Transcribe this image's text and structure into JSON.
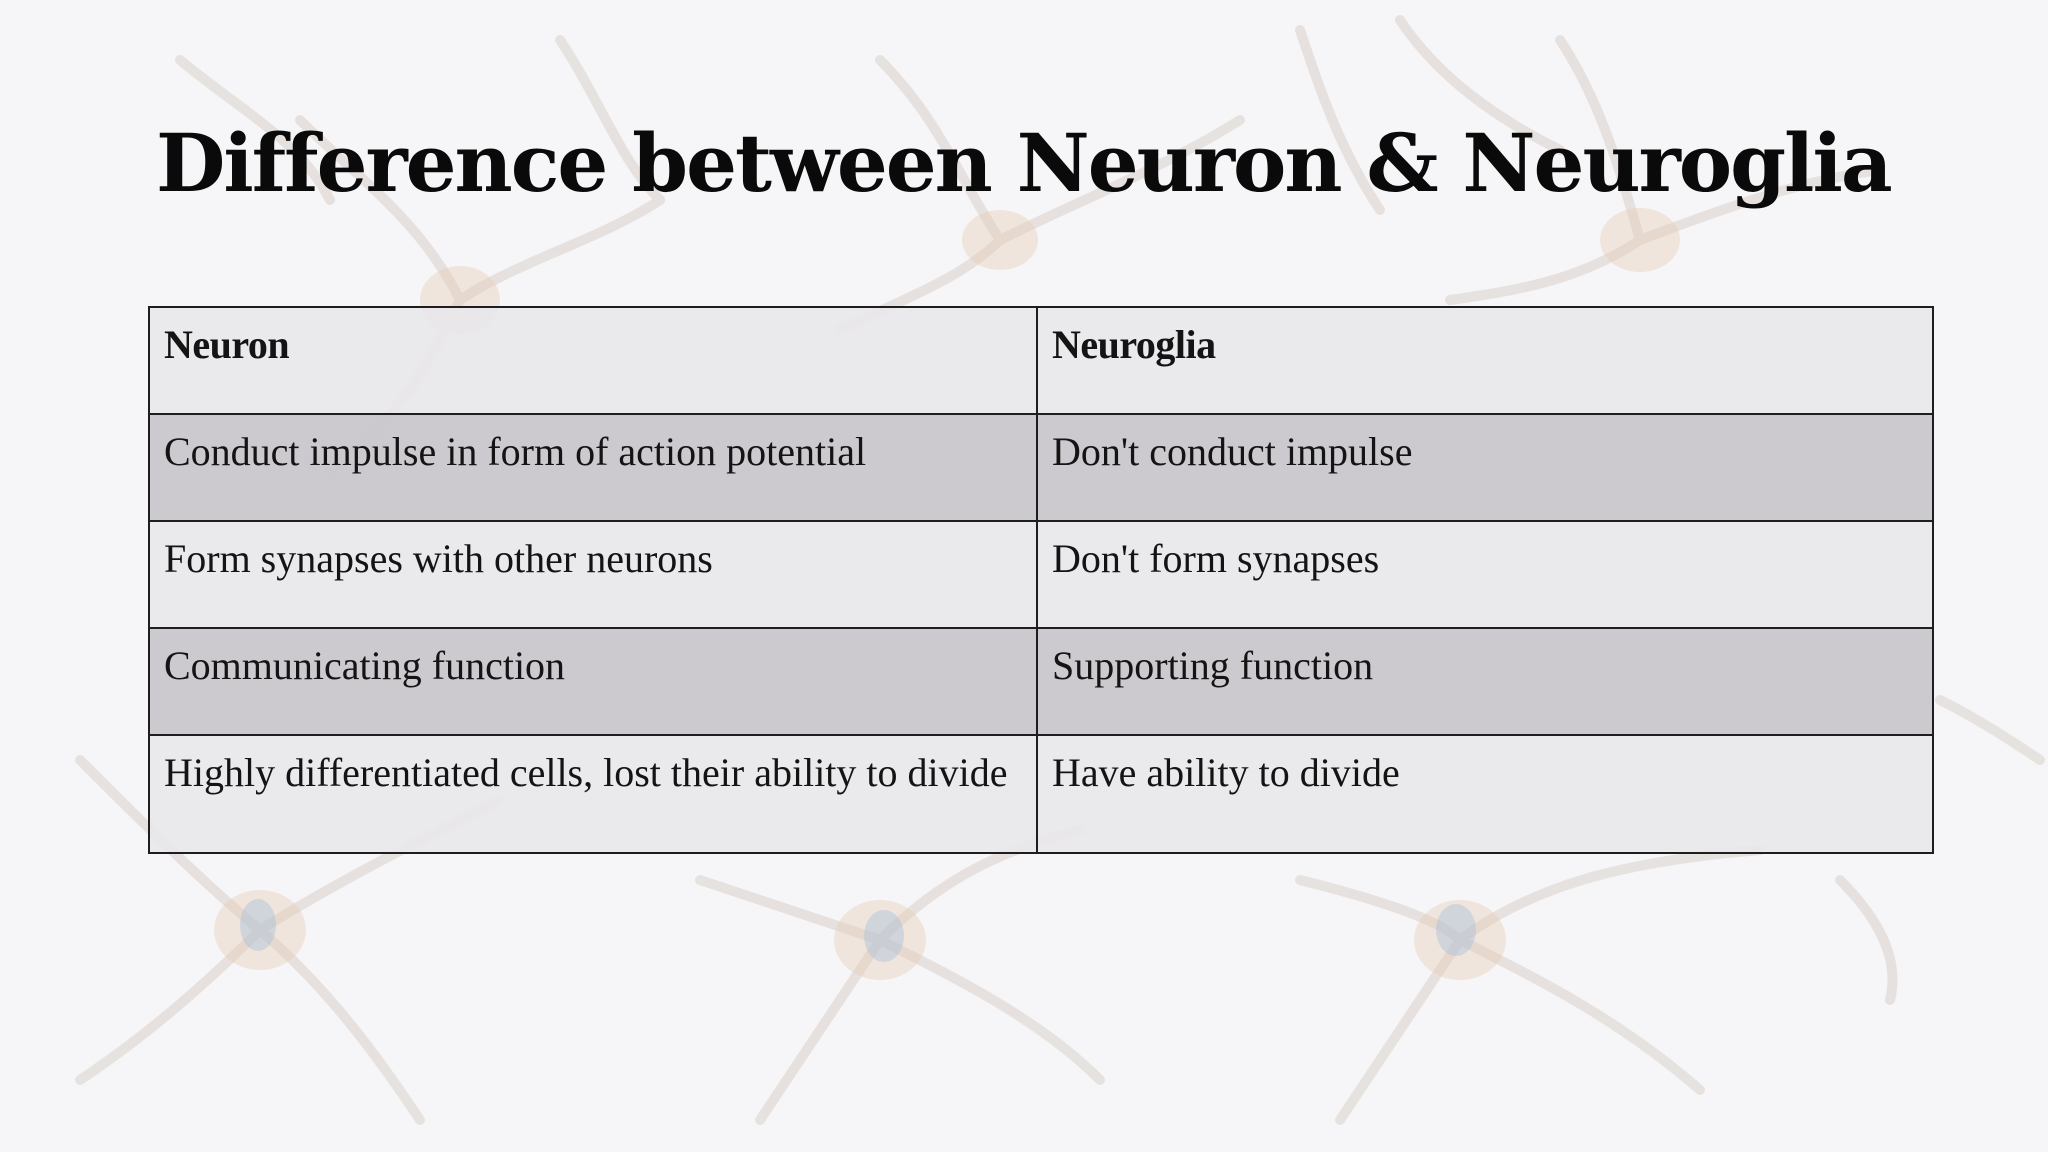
{
  "slide": {
    "title": "Difference between Neuron & Neuroglia"
  },
  "table": {
    "headers": [
      "Neuron",
      "Neuroglia"
    ],
    "rows": [
      [
        "Conduct impulse in form of action potential",
        "Don't conduct impulse"
      ],
      [
        "Form synapses with other neurons",
        "Don't form synapses"
      ],
      [
        "Communicating function",
        "Supporting function"
      ],
      [
        "Highly differentiated cells, lost their ability to divide",
        "Have ability to divide"
      ]
    ]
  },
  "colors": {
    "background": "#f6f5f7",
    "row_light": "#e8e7ea",
    "row_dark": "#c9c7cb",
    "border": "#1e1e1e",
    "text": "#0a0a0a"
  }
}
